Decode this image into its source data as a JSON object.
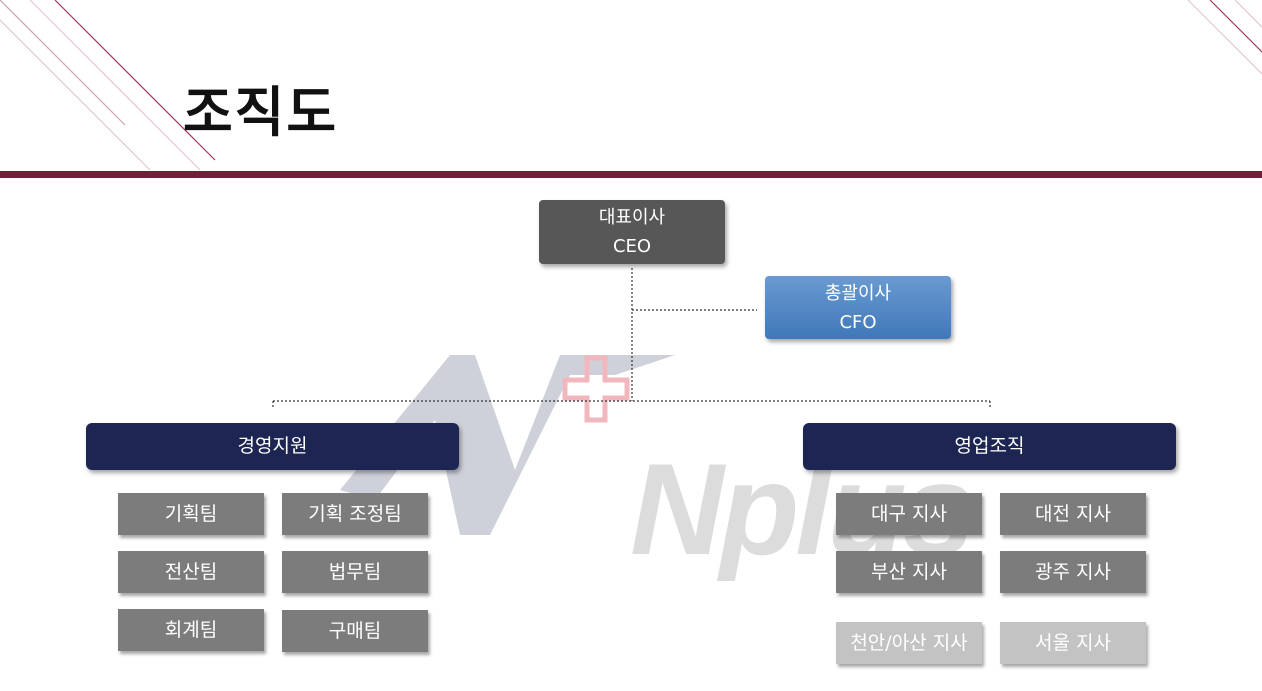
{
  "page": {
    "title": "조직도"
  },
  "watermark": {
    "logo_text": "Nplus"
  },
  "ceo": {
    "title_ko": "대표이사",
    "title_en": "CEO"
  },
  "cfo": {
    "title_ko": "총괄이사",
    "title_en": "CFO"
  },
  "departments": [
    {
      "name": "경영지원",
      "teams": [
        "기획팀",
        "기획 조정팀",
        "전산팀",
        "법무팀",
        "회계팀",
        "구매팀"
      ]
    },
    {
      "name": "영업조직",
      "teams": [
        "대구 지사",
        "대전 지사",
        "부산 지사",
        "광주 지사",
        "천안/아산 지사",
        "서울 지사"
      ]
    }
  ],
  "colors": {
    "accent": "#7a1c39",
    "ceo_box": "#575757",
    "cfo_box": "#3f78b9",
    "dept_box": "#1d2652",
    "team_box": "#7c7c7c",
    "team_box_light": "#c3c3c3"
  }
}
